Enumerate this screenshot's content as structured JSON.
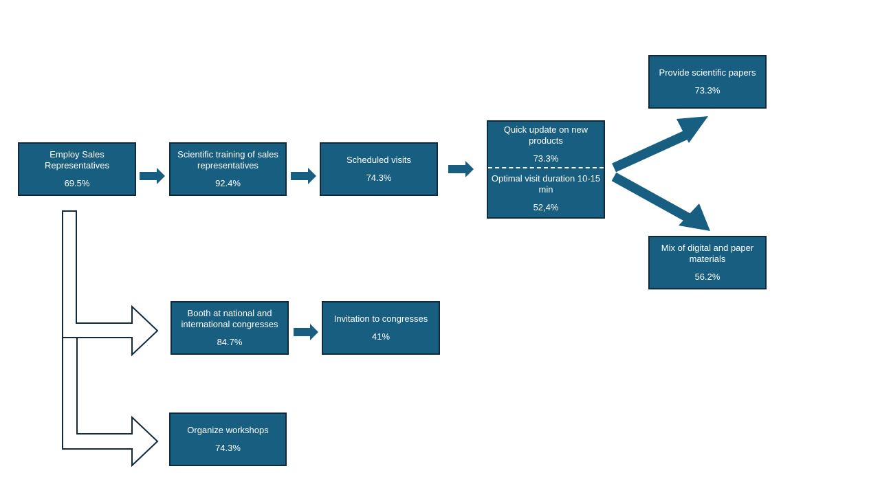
{
  "diagram": {
    "accent_color": "#175e80",
    "border_color": "#0f2a3c",
    "nodes": {
      "employ": {
        "label": "Employ Sales Representatives",
        "value": "69.5%"
      },
      "training": {
        "label": "Scientific training of sales representatives",
        "value": "92.4%"
      },
      "visits": {
        "label": "Scheduled visits",
        "value": "74.3%"
      },
      "quick_update": {
        "label": "Quick update on new products",
        "value": "73.3%"
      },
      "visit_duration": {
        "label": "Optimal visit duration  10-15 min",
        "value": "52,4%"
      },
      "papers": {
        "label": "Provide  scientific papers",
        "value": "73.3%"
      },
      "mix": {
        "label": "Mix of digital and paper materials",
        "value": "56.2%"
      },
      "booth": {
        "label": "Booth at national and international congresses",
        "value": "84.7%"
      },
      "invitation": {
        "label": "Invitation  to congresses",
        "value": "41%"
      },
      "workshops": {
        "label": "Organize workshops",
        "value": "74.3%"
      }
    }
  }
}
